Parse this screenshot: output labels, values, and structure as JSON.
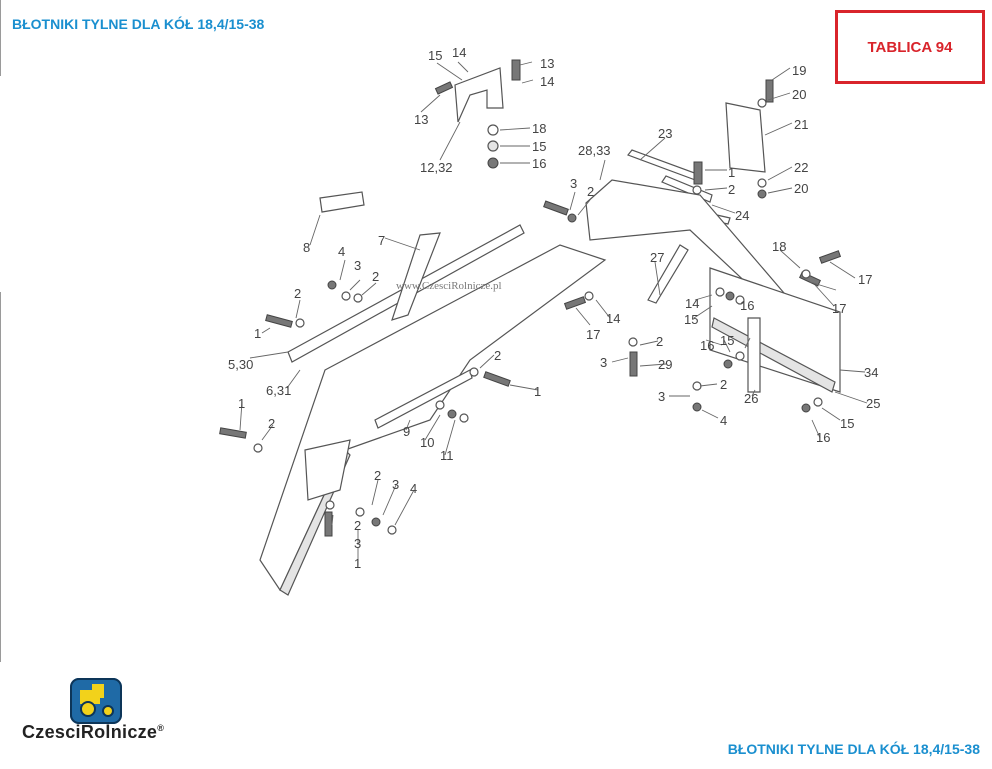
{
  "header": {
    "title": "BŁOTNIKI TYLNE DLA KÓŁ 18,4/15-38"
  },
  "plate": {
    "label": "TABLICA 94"
  },
  "footer": {
    "title": "BŁOTNIKI TYLNE DLA KÓŁ 18,4/15-38"
  },
  "watermark": {
    "text": "www.CzesciRolnicze.pl"
  },
  "logo": {
    "text": "CzesciRolnicze",
    "mark": "®",
    "icon": "tractor-icon"
  },
  "colors": {
    "accent": "#1a8fcf",
    "box": "#d9242b",
    "logo_blue": "#1f6aa6",
    "logo_yellow": "#f2d21b"
  },
  "callouts": [
    "15",
    "14",
    "13",
    "14",
    "13",
    "18",
    "15",
    "16",
    "12,32",
    "19",
    "20",
    "21",
    "22",
    "20",
    "23",
    "28,33",
    "1",
    "2",
    "24",
    "3",
    "2",
    "8",
    "7",
    "4",
    "3",
    "2",
    "2",
    "1",
    "5,30",
    "27",
    "18",
    "17",
    "17",
    "14",
    "16",
    "15",
    "14",
    "17",
    "2",
    "3",
    "29",
    "16",
    "15",
    "2",
    "3",
    "4",
    "26",
    "34",
    "25",
    "15",
    "16",
    "6,31",
    "2",
    "1",
    "1",
    "2",
    "9",
    "10",
    "11",
    "2",
    "3",
    "4",
    "2",
    "3",
    "1"
  ]
}
